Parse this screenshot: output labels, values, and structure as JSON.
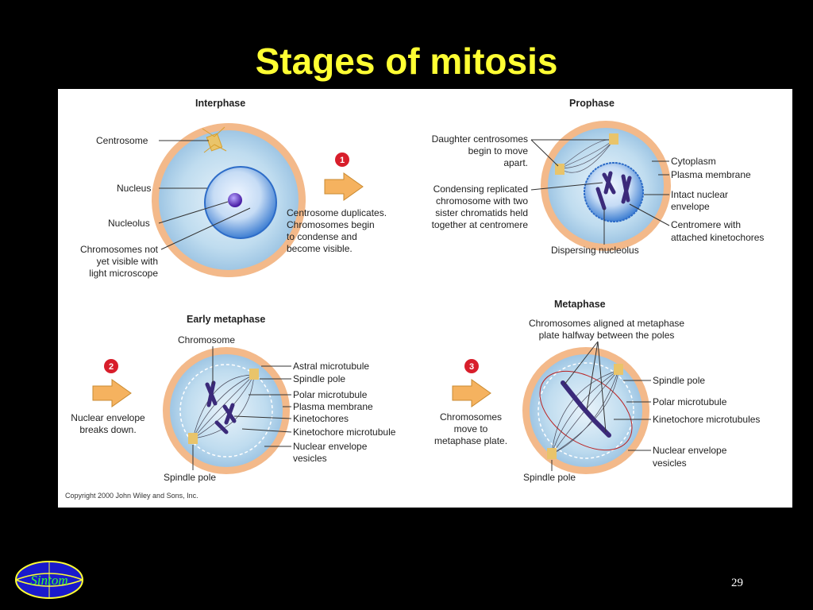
{
  "slide": {
    "title": "Stages of mitosis",
    "page_number": "29"
  },
  "logo": {
    "text": "Sintom",
    "icon": "globe-logo"
  },
  "diagram": {
    "copyright": "Copyright 2000 John Wiley and Sons, Inc.",
    "interphase": {
      "heading": "Interphase",
      "labels": {
        "centrosome": "Centrosome",
        "nucleus": "Nucleus",
        "nucleolus": "Nucleolus",
        "chrom_l1": "Chromosomes not",
        "chrom_l2": "yet visible with",
        "chrom_l3": "light microscope"
      }
    },
    "step1": {
      "number": "1",
      "lines": [
        "Centrosome duplicates.",
        "Chromosomes begin",
        "to condense and",
        "become visible."
      ]
    },
    "prophase": {
      "heading": "Prophase",
      "labels": {
        "dc_l1": "Daughter centrosomes",
        "dc_l2": "begin to move",
        "dc_l3": "apart.",
        "cr_l1": "Condensing replicated",
        "cr_l2": "chromosome with two",
        "cr_l3": "sister chromatids held",
        "cr_l4": "together at centromere",
        "dispersing": "Dispersing nucleolus",
        "cytoplasm": "Cytoplasm",
        "plasma": "Plasma membrane",
        "intact_l1": "Intact nuclear",
        "intact_l2": "envelope",
        "centromere_l1": "Centromere with",
        "centromere_l2": "attached kinetochores"
      }
    },
    "step2": {
      "number": "2",
      "lines": [
        "Nuclear envelope",
        "breaks down."
      ]
    },
    "early_metaphase": {
      "heading": "Early metaphase",
      "labels": {
        "chromosome": "Chromosome",
        "spindle_pole": "Spindle pole",
        "astral": "Astral microtubule",
        "spindle_pole_r": "Spindle pole",
        "polar": "Polar microtubule",
        "plasma": "Plasma membrane",
        "kinetochores": "Kinetochores",
        "kmt": "Kinetochore microtubule",
        "nev_l1": "Nuclear envelope",
        "nev_l2": "vesicles"
      }
    },
    "step3": {
      "number": "3",
      "lines": [
        "Chromosomes",
        "move to",
        "metaphase plate."
      ]
    },
    "metaphase": {
      "heading": "Metaphase",
      "labels": {
        "aligned_l1": "Chromosomes aligned at metaphase",
        "aligned_l2": "plate halfway between the poles",
        "spindle_pole": "Spindle pole",
        "spindle_pole_r": "Spindle pole",
        "polar": "Polar microtubule",
        "kmts": "Kinetochore microtubules",
        "nev_l1": "Nuclear envelope",
        "nev_l2": "vesicles"
      }
    },
    "colors": {
      "cell_outer": "#f3b98a",
      "cell_inner": "#bfdcef",
      "nucleus": "#3f84d6",
      "arrow": "#f5b25f",
      "step_badge": "#d81e2b",
      "chromosome": "#3b2a7a"
    }
  }
}
